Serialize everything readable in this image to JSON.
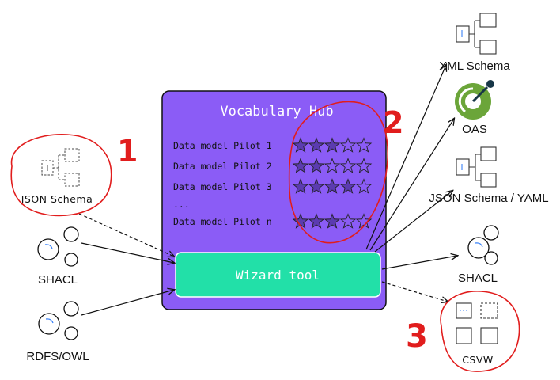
{
  "hub": {
    "title": "Vocabulary Hub",
    "fill": "#8B5CF6",
    "rows": [
      {
        "label": "Data model Pilot 1",
        "stars": 3
      },
      {
        "label": "Data model Pilot 2",
        "stars": 2
      },
      {
        "label": "Data model Pilot 3",
        "stars": 4
      },
      {
        "label": "...",
        "stars": 0
      },
      {
        "label": "Data model Pilot n",
        "stars": 3
      }
    ],
    "max_stars": 5
  },
  "wizard": {
    "label": "Wizard tool",
    "fill": "#22E0A8"
  },
  "inputs": {
    "json_schema": "JSON Schema",
    "shacl": "SHACL",
    "rdfs_owl": "RDFS/OWL"
  },
  "outputs": {
    "xml_schema": "XML Schema",
    "oas": "OAS",
    "json_yaml": "JSON Schema / YAML",
    "shacl": "SHACL",
    "csvw": "CSVW"
  },
  "annotations": {
    "n1": "1",
    "n2": "2",
    "n3": "3",
    "color": "#E11D1D"
  }
}
